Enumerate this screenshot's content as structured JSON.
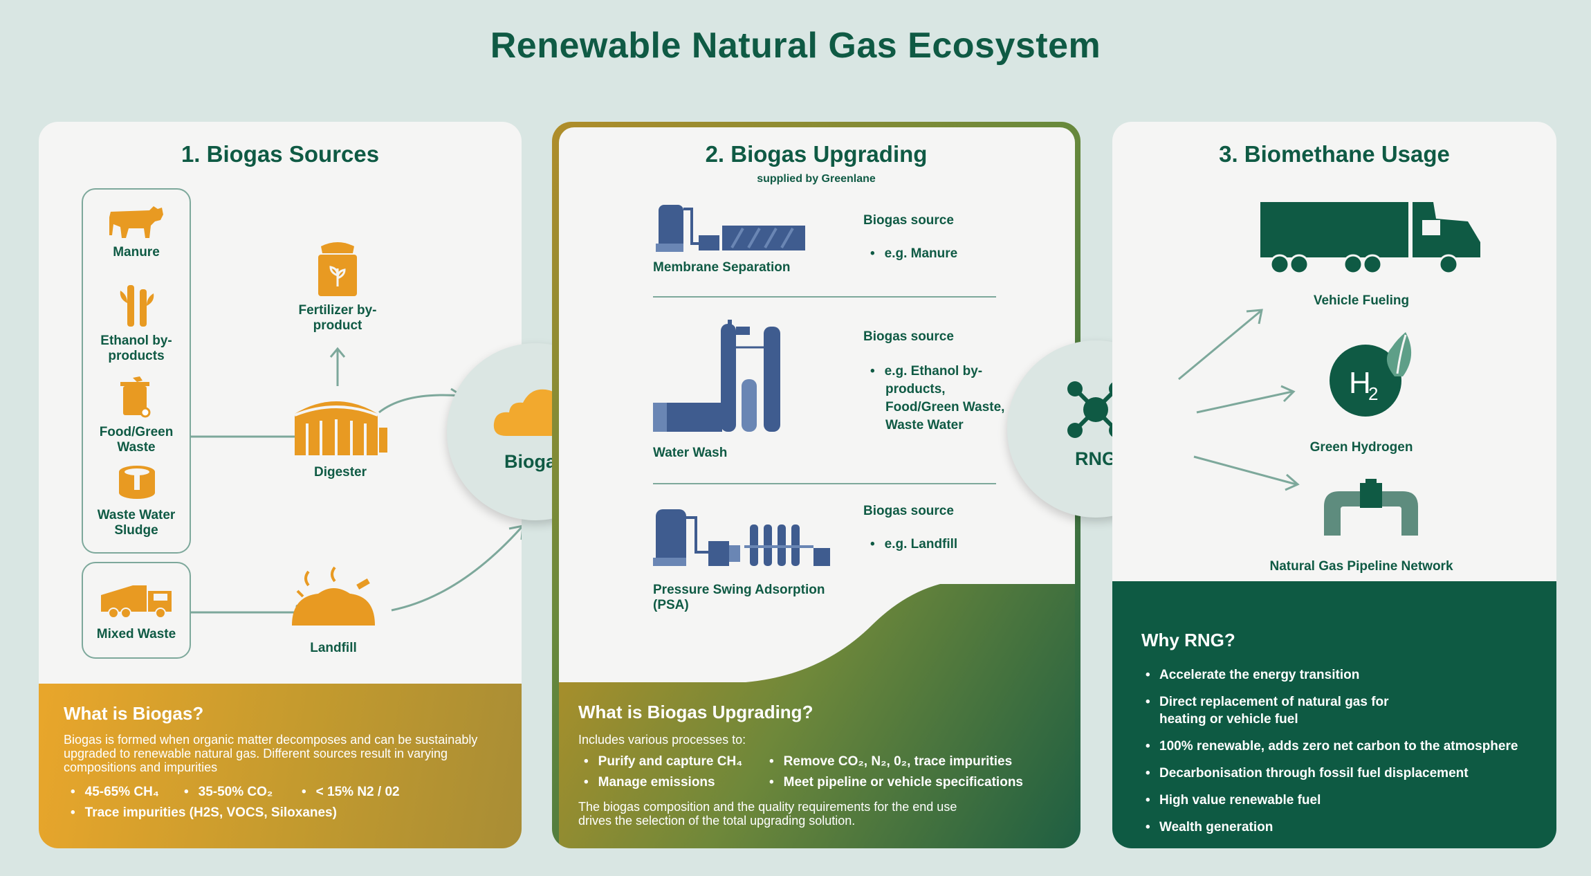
{
  "title": "Renewable Natural Gas Ecosystem",
  "panel1": {
    "heading": "1. Biogas Sources",
    "sources": [
      "Manure",
      "Ethanol by-products",
      "Food/Green Waste",
      "Waste Water Sludge"
    ],
    "mixed_waste": "Mixed Waste",
    "fertilizer": "Fertilizer by-product",
    "digester": "Digester",
    "landfill": "Landfill",
    "biogas": "Biogas",
    "what_title": "What is Biogas?",
    "what_text": "Biogas is formed when organic matter decomposes and can be sustainably upgraded to renewable natural gas. Different sources result in varying compositions and impurities",
    "bullets": [
      "45-65% CH₄",
      "35-50% CO₂",
      "< 15% N2 / 02",
      "Trace impurities  (H2S, VOCS, Siloxanes)"
    ]
  },
  "panel2": {
    "heading": "2. Biogas Upgrading",
    "subheading": "supplied by Greenlane",
    "processes": [
      {
        "name": "Membrane Separation",
        "source_title": "Biogas source",
        "source": "e.g. Manure"
      },
      {
        "name": "Water Wash",
        "source_title": "Biogas source",
        "source": "e.g. Ethanol by-products, Food/Green Waste, Waste Water"
      },
      {
        "name": "Pressure Swing Adsorption (PSA)",
        "source_title": "Biogas source",
        "source": "e.g. Landfill"
      }
    ],
    "what_title": "What is Biogas Upgrading?",
    "what_intro": "Includes various processes to:",
    "bullets": [
      "Purify and capture CH₄",
      "Remove CO₂, N₂, 0₂, trace impurities",
      "Manage emissions",
      "Meet pipeline or vehicle specifications"
    ],
    "closing": "The biogas composition and the quality requirements for the end use drives the selection of the total upgrading solution."
  },
  "rng": "RNG",
  "panel3": {
    "heading": "3. Biomethane Usage",
    "uses": [
      "Vehicle Fueling",
      "Green Hydrogen",
      "Natural Gas Pipeline Network"
    ],
    "h2_label": "H",
    "h2_sub": "2",
    "why_title": "Why RNG?",
    "why": [
      "Accelerate the energy transition",
      "Direct replacement of natural gas for heating or vehicle fuel",
      "100% renewable, adds zero net carbon to the atmosphere",
      "Decarbonisation through fossil fuel displacement",
      "High value renewable fuel",
      "Wealth generation"
    ]
  },
  "colors": {
    "dark_green": "#0f5a44",
    "orange": "#e89a22",
    "navy": "#3f5c8f",
    "teal": "#5e8c7e",
    "bg": "#d9e6e3"
  }
}
